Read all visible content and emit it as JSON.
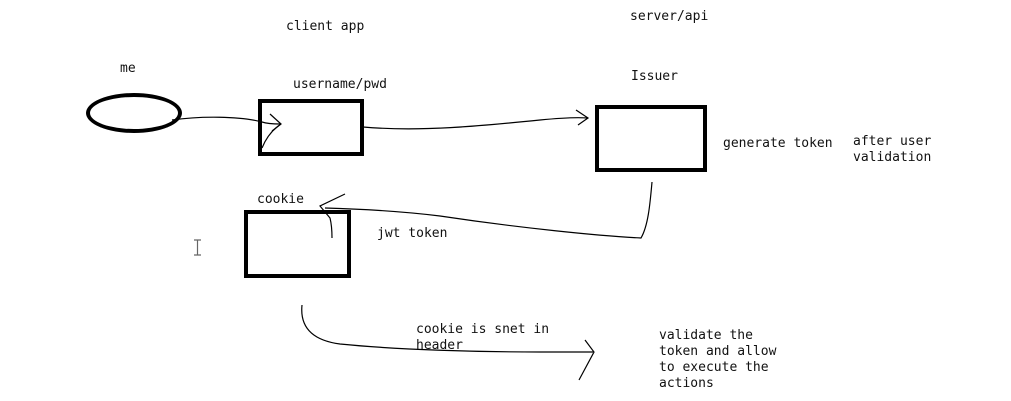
{
  "labels": {
    "client_app": "client app",
    "server_api": "server/api",
    "me": "me",
    "username_pwd": "username/pwd",
    "issuer": "Issuer",
    "generate_token": "generate token",
    "after_user_validation_line1": "after user",
    "after_user_validation_line2": "validation",
    "cookie": "cookie",
    "jwt_token": "jwt token",
    "cookie_sent_line1": "cookie is snet in",
    "cookie_sent_line2": "header",
    "validate_line1": "validate the",
    "validate_line2": "token and allow",
    "validate_line3": "to execute the",
    "validate_line4": "actions"
  },
  "icons": {
    "cursor": "text-cursor-icon"
  },
  "colors": {
    "stroke": "#000000",
    "text": "#111111",
    "background": "#ffffff"
  }
}
